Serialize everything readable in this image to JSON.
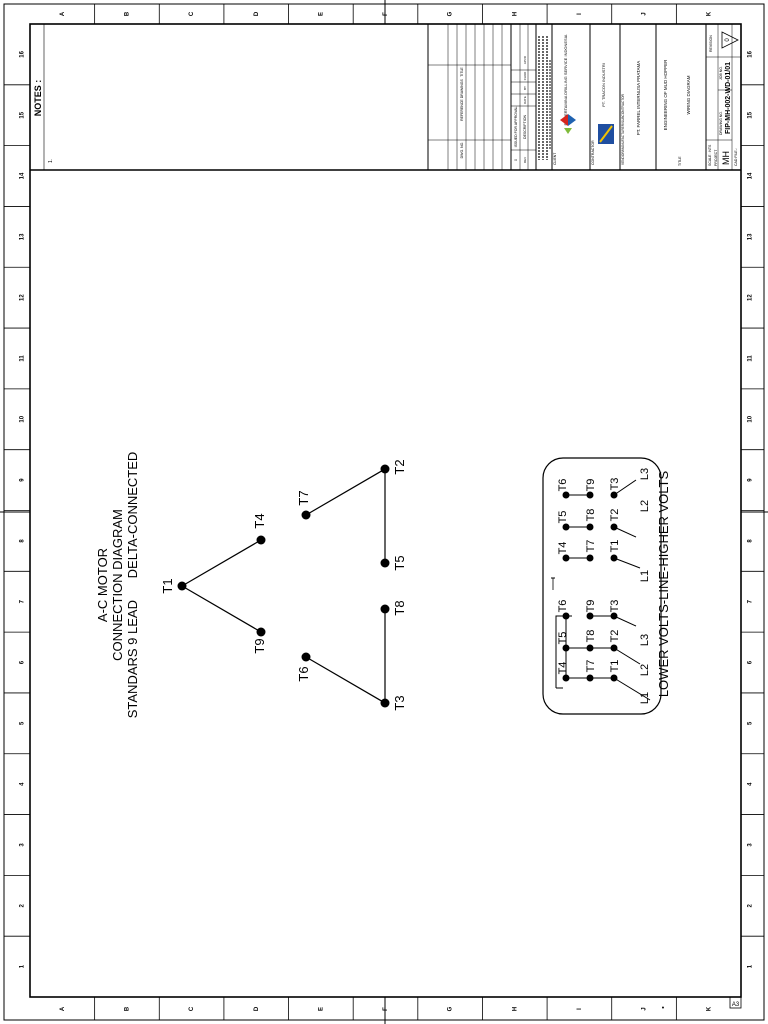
{
  "sheet": {
    "row_letters": [
      "A",
      "B",
      "C",
      "D",
      "E",
      "F",
      "G",
      "H",
      "I",
      "J",
      "K"
    ],
    "col_numbers": [
      "1",
      "2",
      "3",
      "4",
      "5",
      "6",
      "7",
      "8",
      "9",
      "10",
      "11",
      "12",
      "13",
      "14",
      "15",
      "16"
    ],
    "sheet_size": "A3",
    "notes": {
      "title": "NOTES :",
      "item_1": "1."
    }
  },
  "diagram": {
    "title_lines": [
      "A-C MOTOR",
      "CONNECTION DIAGRAM",
      "STANDARS 9 LEAD      DELTA-CONNECTED"
    ],
    "terminals": {
      "t1": "T1",
      "t2": "T2",
      "t3": "T3",
      "t4": "T4",
      "t5": "T5",
      "t6": "T6",
      "t7": "T7",
      "t8": "T8",
      "t9": "T9"
    },
    "connection_box": {
      "caption": "LOWER VOLTS-LINE-HIGHER VOLTS",
      "low": {
        "top": [
          "T4",
          "T5",
          "T6"
        ],
        "mid": [
          "T7",
          "T8",
          "T9"
        ],
        "bot": [
          "T1",
          "T2",
          "T3"
        ],
        "lines": [
          "L1",
          "L2",
          "L3"
        ]
      },
      "high": {
        "top": [
          "T4",
          "T5",
          "T6"
        ],
        "mid": [
          "T7",
          "T8",
          "T9"
        ],
        "bot": [
          "T1",
          "T2",
          "T3"
        ],
        "lines": [
          "L1",
          "L2",
          "L3"
        ]
      }
    }
  },
  "title_block": {
    "ref_header": "REFERENCE DRAWINGS",
    "title_header": "TITLE",
    "dwg_no_header": "DWG. NO.",
    "revision_rows": [
      "ISSUED FOR APPROVAL",
      "DESCRIPTION"
    ],
    "rev_cols": [
      "DATE",
      "BY",
      "CHKD",
      "APVD"
    ],
    "rev_code": "REV",
    "client_label": "CLIENT",
    "client_name": "PT. PERTAMINA DRILLING SERVICE INDONESIA",
    "contractor_label": "CONTRACTOR",
    "contractor_name": "PT. TRACON INDUSTRI",
    "vendor_label": "VENDOR/MANUFACTURER/SUBCONTRACTOR",
    "vendor_name": "PT. FARREL INTERNUSA PRATAMA",
    "project_title": "ENGINEERING OF MUD HOPPER",
    "drawing_title": "WIRING DIAGRAM",
    "title_label": "TITLE",
    "scale_label": "SCALE : NTS",
    "project_label": "PROJECT",
    "project_code": "MH",
    "drawing_no_label": "DRAWING NO.",
    "job_no_label": "JOB NO.",
    "drawing_no": "FIP-MH-002-WD-01/01",
    "revision_label": "REVISION",
    "revision": "0",
    "cad_file_label": "CAD FILE :",
    "cad_file": "-"
  }
}
